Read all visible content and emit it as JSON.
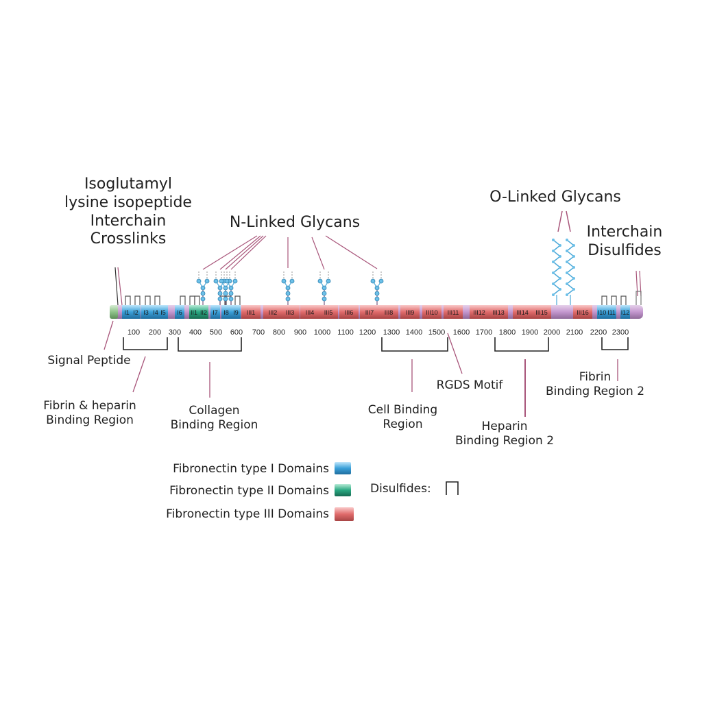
{
  "labels": {
    "isoglutamyl": "Isoglutamyl\nlysine isopeptide\nInterchain\nCrosslinks",
    "n_linked": "N-Linked Glycans",
    "o_linked": "O-Linked Glycans",
    "interchain_disulfides": "Interchain\nDisulfides",
    "signal_peptide": "Signal Peptide",
    "fibrin_heparin": "Fibrin & heparin\nBinding Region",
    "collagen": "Collagen\nBinding Region",
    "cell_binding": "Cell Binding\nRegion",
    "rgds": "RGDS Motif",
    "heparin2": "Heparin\nBinding Region 2",
    "fibrin2": "Fibrin\nBinding Region 2"
  },
  "legend": {
    "type1": "Fibronectin type I Domains",
    "type2": "Fibronectin type II Domains",
    "type3": "Fibronectin type III Domains",
    "disulfides": "Disulfides:",
    "type1_color": "#3a9fd8",
    "type2_color": "#2aa882",
    "type3_color": "#e07070"
  },
  "colors": {
    "backbone": "#c79bd0",
    "type1": "#3a9fd8",
    "type2": "#2aa882",
    "type3": "#e07070",
    "signal": "#8fc38a",
    "leader_line": "#a8557a",
    "bracket": "#222222",
    "glycan": "#4aa8d8"
  },
  "scale_ticks": [
    "100",
    "200",
    "300",
    "400",
    "500",
    "600",
    "700",
    "800",
    "900",
    "1000",
    "1100",
    "1200",
    "1300",
    "1400",
    "1500",
    "1600",
    "1700",
    "1800",
    "1900",
    "2000",
    "2100",
    "2200",
    "2300"
  ],
  "domains": [
    {
      "label": "I1",
      "type": "I"
    },
    {
      "label": "I2",
      "type": "I"
    },
    {
      "label": "I3",
      "type": "I"
    },
    {
      "label": "I4",
      "type": "I"
    },
    {
      "label": "I5",
      "type": "I"
    },
    {
      "label": "I6",
      "type": "I"
    },
    {
      "label": "II1",
      "type": "II"
    },
    {
      "label": "II2",
      "type": "II"
    },
    {
      "label": "I7",
      "type": "I"
    },
    {
      "label": "I8",
      "type": "I"
    },
    {
      "label": "I9",
      "type": "I"
    },
    {
      "label": "III1",
      "type": "III"
    },
    {
      "label": "III2",
      "type": "III"
    },
    {
      "label": "III3",
      "type": "III"
    },
    {
      "label": "III4",
      "type": "III"
    },
    {
      "label": "III5",
      "type": "III"
    },
    {
      "label": "III6",
      "type": "III"
    },
    {
      "label": "III7",
      "type": "III"
    },
    {
      "label": "III8",
      "type": "III"
    },
    {
      "label": "III9",
      "type": "III"
    },
    {
      "label": "III10",
      "type": "III"
    },
    {
      "label": "III11",
      "type": "III"
    },
    {
      "label": "III12",
      "type": "III"
    },
    {
      "label": "III13",
      "type": "III"
    },
    {
      "label": "III14",
      "type": "III"
    },
    {
      "label": "III15",
      "type": "III"
    },
    {
      "label": "III16",
      "type": "III"
    },
    {
      "label": "I10",
      "type": "I"
    },
    {
      "label": "I11",
      "type": "I"
    },
    {
      "label": "I12",
      "type": "I"
    }
  ]
}
